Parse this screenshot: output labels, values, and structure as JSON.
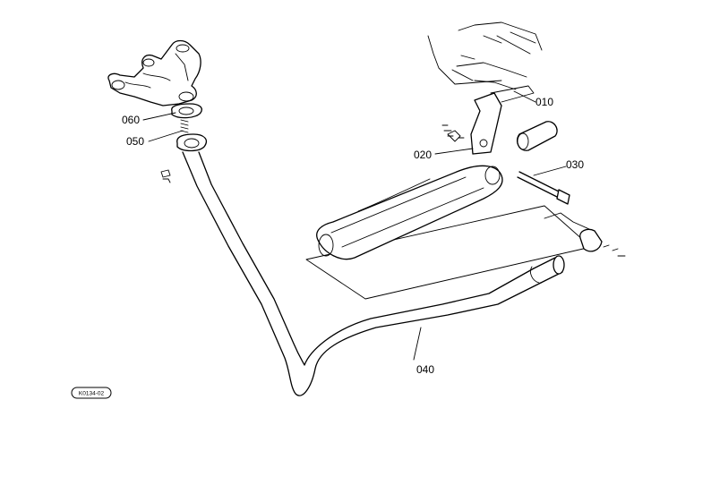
{
  "parts": [
    {
      "id": "010",
      "label": "010"
    },
    {
      "id": "020",
      "label": "020"
    },
    {
      "id": "030",
      "label": "030"
    },
    {
      "id": "040",
      "label": "040"
    },
    {
      "id": "050",
      "label": "050"
    },
    {
      "id": "060",
      "label": "060"
    }
  ],
  "diagram_code": "K0134-02"
}
